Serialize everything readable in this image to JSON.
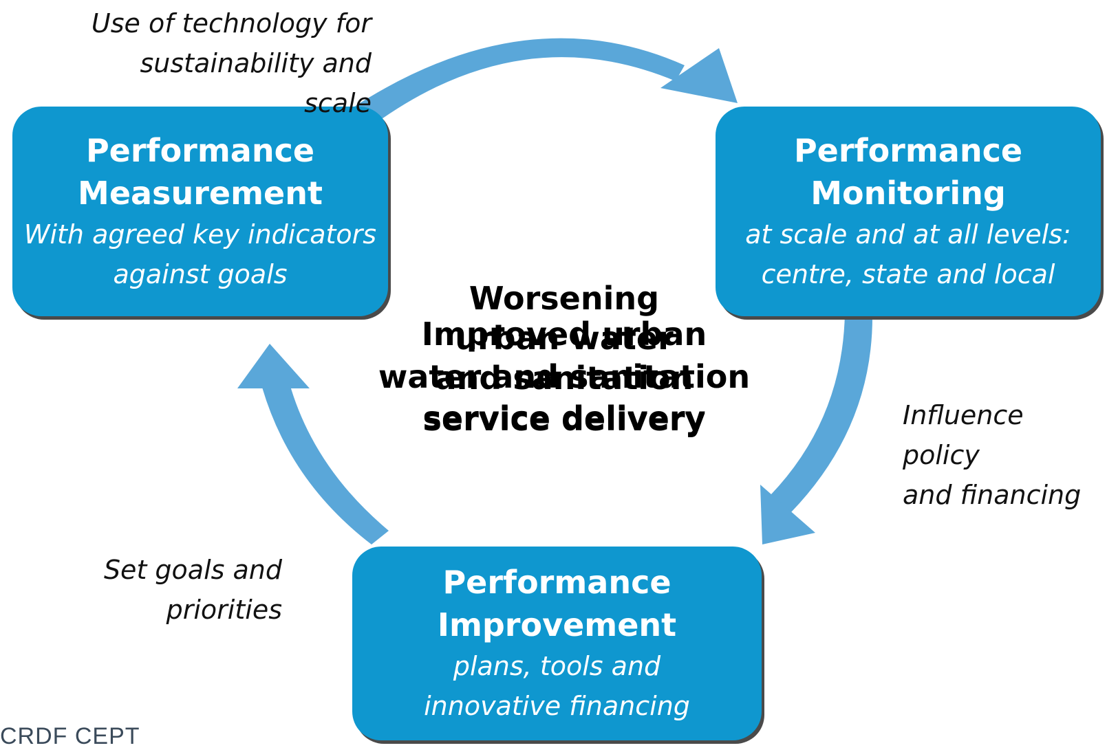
{
  "boxes": {
    "measurement": {
      "title_line1": "Performance",
      "title_line2": "Measurement",
      "sub_line1": "With agreed key indicators",
      "sub_line2": "against goals"
    },
    "monitoring": {
      "title_line1": "Performance",
      "title_line2": "Monitoring",
      "sub_line1": "at scale and at all levels:",
      "sub_line2": "centre, state and local"
    },
    "improvement": {
      "title_line1": "Performance",
      "title_line2": "Improvement",
      "sub_line1": "plans, tools and",
      "sub_line2": "innovative financing"
    }
  },
  "notes": {
    "technology_line1": "Use of technology for",
    "technology_line2": "sustainability and scale",
    "influence_line1": "Influence policy",
    "influence_line2": "and financing",
    "goals_line1": "Set goals and",
    "goals_line2": "priorities"
  },
  "center": {
    "back_line1": "Worsening",
    "back_line2": "urban water",
    "back_line3": "and sanitation",
    "back_line4": "service delivery",
    "front_line1": "Improved urban",
    "front_line2": "water and sanitation",
    "front_line3": "service delivery"
  },
  "footer": {
    "text": "CRDF CEPT"
  },
  "colors": {
    "box_fill": "#0f97cf",
    "arrow_fill": "#5aa7d9",
    "shadow": "#4a4a4a"
  }
}
